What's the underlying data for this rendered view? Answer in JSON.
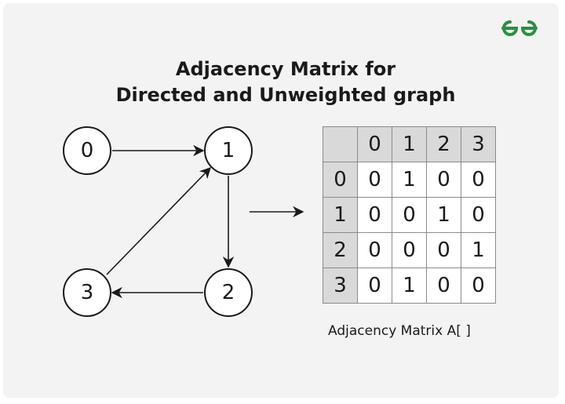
{
  "title": {
    "line1": "Adjacency Matrix for",
    "line2": "Directed and Unweighted graph"
  },
  "colors": {
    "brand_green": "#2f8d46",
    "background": "#f3f3f3",
    "header_cell": "#d9d9d9",
    "text": "#1a1a1a"
  },
  "logo": {
    "icon": "geeksforgeeks-logo-icon"
  },
  "graph": {
    "nodes": [
      {
        "id": "0",
        "label": "0"
      },
      {
        "id": "1",
        "label": "1"
      },
      {
        "id": "2",
        "label": "2"
      },
      {
        "id": "3",
        "label": "3"
      }
    ],
    "edges": [
      {
        "from": "0",
        "to": "1"
      },
      {
        "from": "1",
        "to": "2"
      },
      {
        "from": "2",
        "to": "3"
      },
      {
        "from": "3",
        "to": "1"
      }
    ],
    "directed": true
  },
  "arrow_icon": "right-arrow-icon",
  "matrix": {
    "col_headers": [
      "0",
      "1",
      "2",
      "3"
    ],
    "rows": [
      {
        "label": "0",
        "values": [
          "0",
          "1",
          "0",
          "0"
        ]
      },
      {
        "label": "1",
        "values": [
          "0",
          "0",
          "1",
          "0"
        ]
      },
      {
        "label": "2",
        "values": [
          "0",
          "0",
          "0",
          "1"
        ]
      },
      {
        "label": "3",
        "values": [
          "0",
          "1",
          "0",
          "0"
        ]
      }
    ]
  },
  "caption": "Adjacency Matrix A[ ]"
}
